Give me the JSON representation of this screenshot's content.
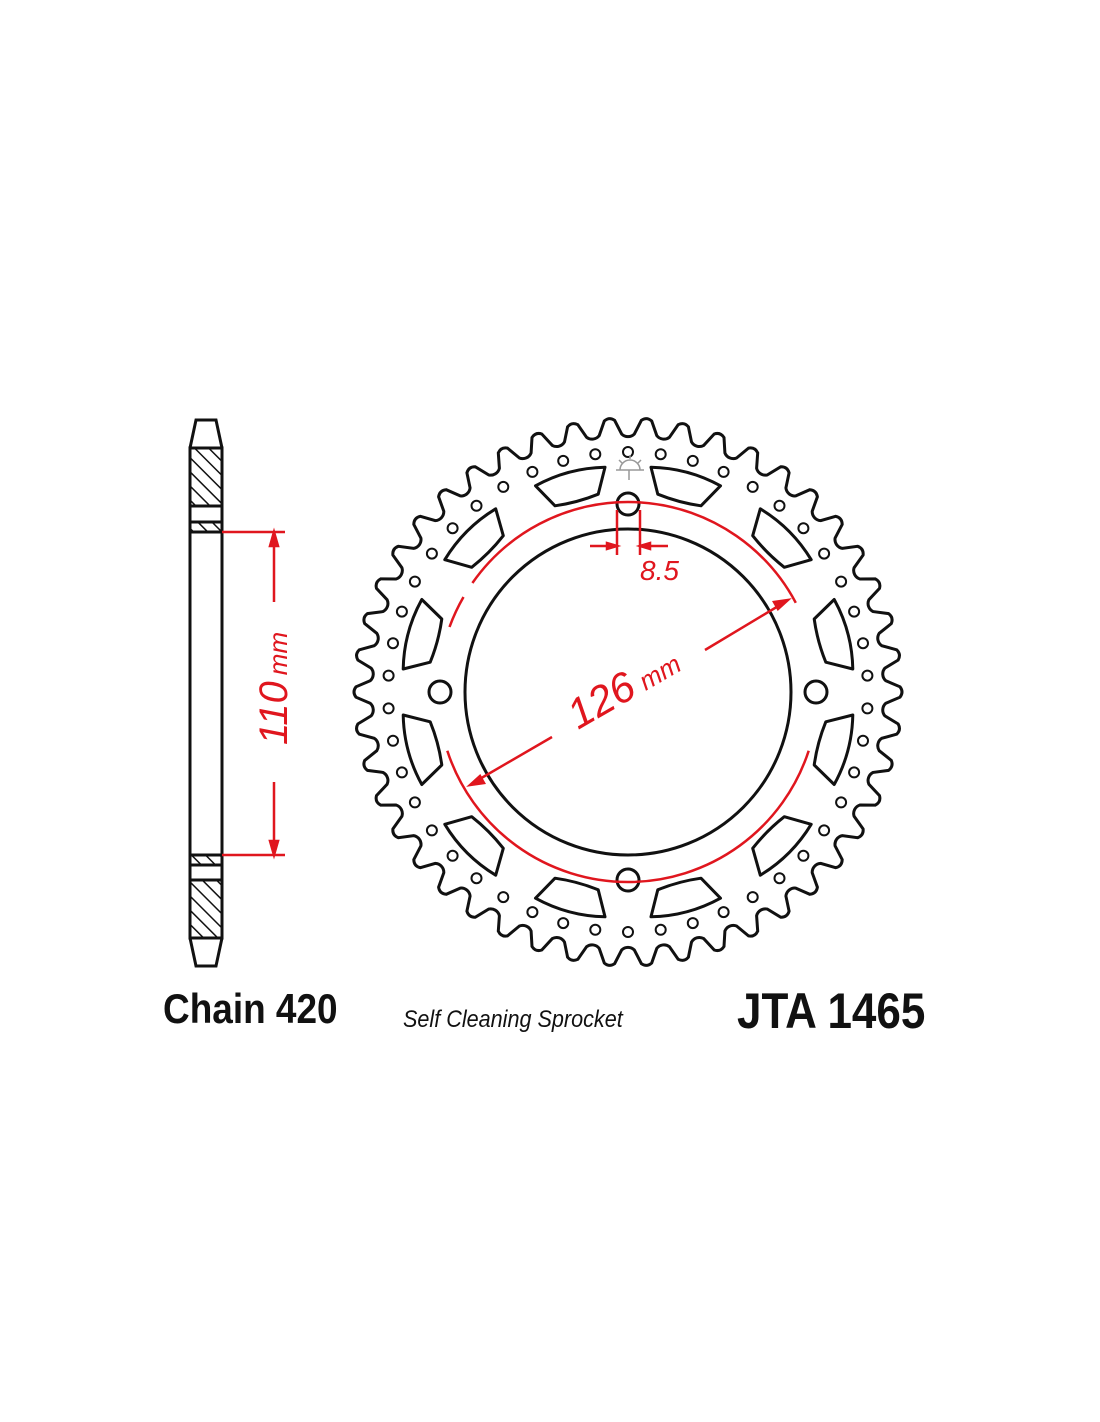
{
  "labels": {
    "chain": "Chain 420",
    "type": "Self Cleaning Sprocket",
    "part_number": "JTA 1465"
  },
  "dimensions": {
    "pcd_value": "126",
    "pcd_unit": "mm",
    "hub_value": "110",
    "hub_unit": "mm",
    "bolt_hole": "8.5"
  },
  "colors": {
    "line": "#111111",
    "dimension": "#e0161e"
  }
}
